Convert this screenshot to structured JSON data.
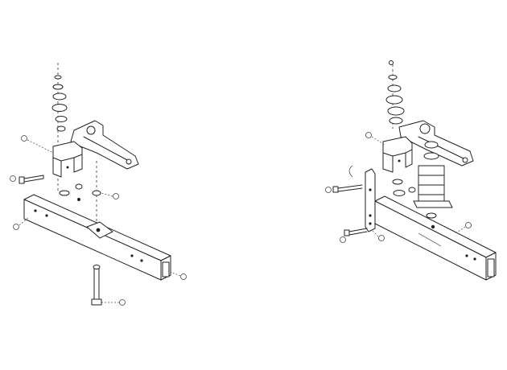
{
  "diagram": {
    "type": "exploded-parts-view",
    "views": [
      "left-assembly",
      "right-assembly"
    ],
    "line_color": "#222222",
    "background": "#ffffff"
  }
}
